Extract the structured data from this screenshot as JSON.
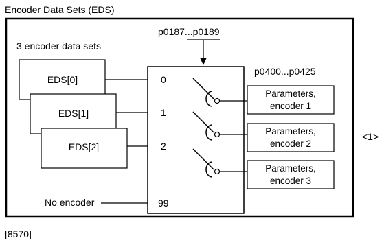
{
  "title": "Encoder Data Sets (EDS)",
  "selector_params": "p0187...p0189",
  "data_sets_label": "3 encoder data sets",
  "data_sets": [
    {
      "label": "EDS[0]",
      "index": "0"
    },
    {
      "label": "EDS[1]",
      "index": "1"
    },
    {
      "label": "EDS[2]",
      "index": "2"
    }
  ],
  "no_encoder": {
    "label": "No encoder",
    "index": "99"
  },
  "encoder_params_range": "p0400...p0425",
  "encoder_param_boxes": [
    {
      "line1": "Parameters,",
      "line2": "encoder 1"
    },
    {
      "line1": "Parameters,",
      "line2": "encoder 2"
    },
    {
      "line1": "Parameters,",
      "line2": "encoder 3"
    }
  ],
  "side_note": "<1>",
  "footer_ref": "[8570]"
}
